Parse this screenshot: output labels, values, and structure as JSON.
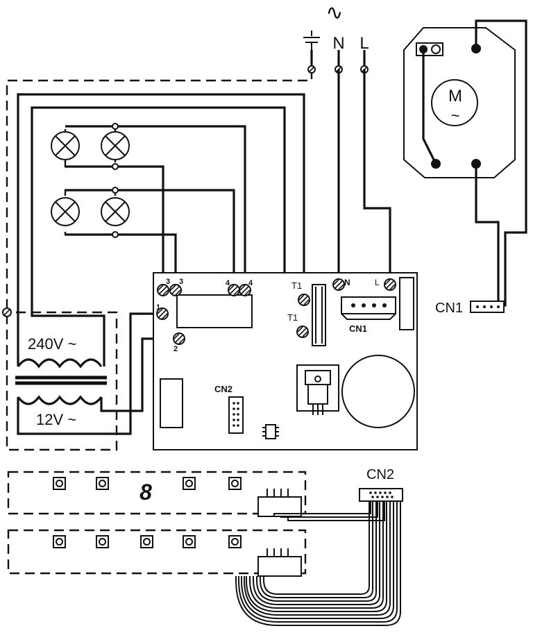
{
  "supply": {
    "ac_symbol": "∿",
    "earth_symbol": "⏚",
    "neutral": "N",
    "live": "L"
  },
  "motor": {
    "letter": "M",
    "ac_mark": "~",
    "connector": "CN1"
  },
  "transformer": {
    "primary": "240V ~",
    "secondary": "12V ~"
  },
  "board": {
    "term_3a": "3",
    "term_3b": "3",
    "term_4a": "4",
    "term_4b": "4",
    "term_1": "1",
    "term_2": "2",
    "term_t1_top": "T1",
    "term_t1_bottom": "T1",
    "term_n": "N",
    "term_l": "L",
    "cn1": "CN1",
    "cn2": "CN2"
  },
  "ribbon": {
    "connector": "CN2"
  },
  "display": {
    "digit": "8"
  }
}
